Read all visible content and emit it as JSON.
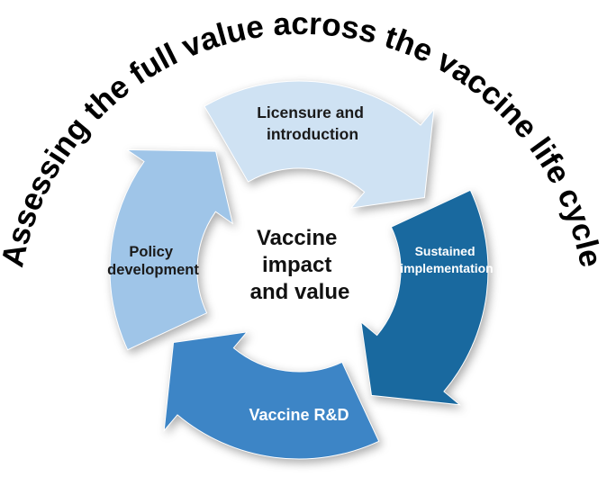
{
  "title": "Assessing the full value across the vaccine life cycle",
  "colors": {
    "background": "#ffffff",
    "title_text": "#000000"
  },
  "center": {
    "lines": [
      "Vaccine",
      "impact",
      "and value"
    ],
    "text_color": "#111111"
  },
  "arrows": {
    "top": {
      "label_lines": [
        "Licensure and",
        "introduction"
      ],
      "fill": "#cfe2f3",
      "text_color": "#1a1a1a"
    },
    "right": {
      "label_lines": [
        "Sustained",
        "implementation"
      ],
      "fill": "#19699f",
      "text_color": "#ffffff"
    },
    "bottom": {
      "label_lines": [
        "Vaccine R&D"
      ],
      "fill": "#3d85c6",
      "text_color": "#ffffff"
    },
    "left": {
      "label_lines": [
        "Policy",
        "development"
      ],
      "fill": "#9fc5e8",
      "text_color": "#1a1a1a"
    }
  }
}
